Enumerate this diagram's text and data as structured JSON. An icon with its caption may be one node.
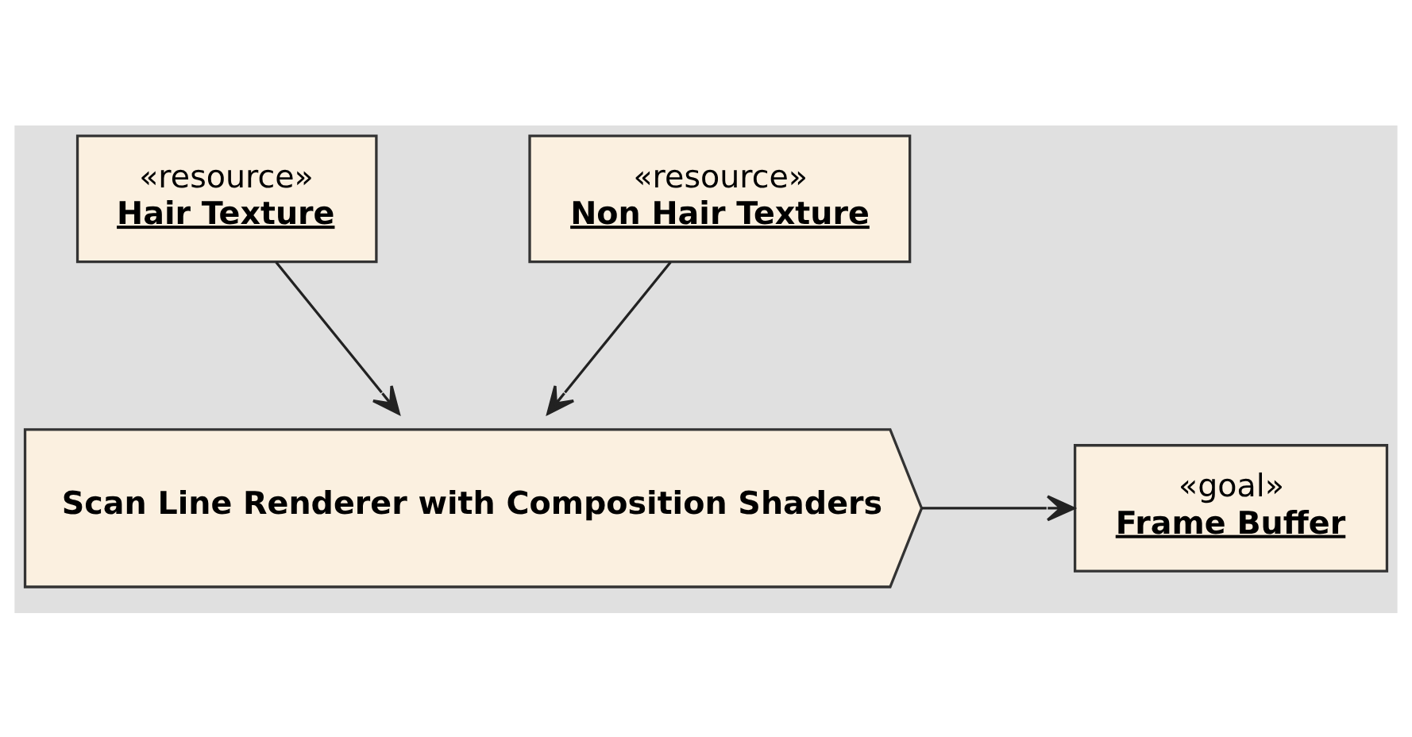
{
  "diagram": {
    "nodes": [
      {
        "text": [
          "«resource»",
          "Hair Texture"
        ]
      },
      {
        "text": [
          "«resource»",
          "Non Hair Texture"
        ]
      },
      {
        "text": [
          "Scan Line Renderer with Composition Shaders"
        ]
      },
      {
        "text": [
          "«goal»",
          "Frame Buffer"
        ]
      }
    ],
    "edges": [
      {
        "from": 0,
        "to": 2,
        "arrow": "to"
      },
      {
        "from": 1,
        "to": 2,
        "arrow": "to"
      },
      {
        "from": 2,
        "to": 3,
        "arrow": "to"
      }
    ]
  }
}
